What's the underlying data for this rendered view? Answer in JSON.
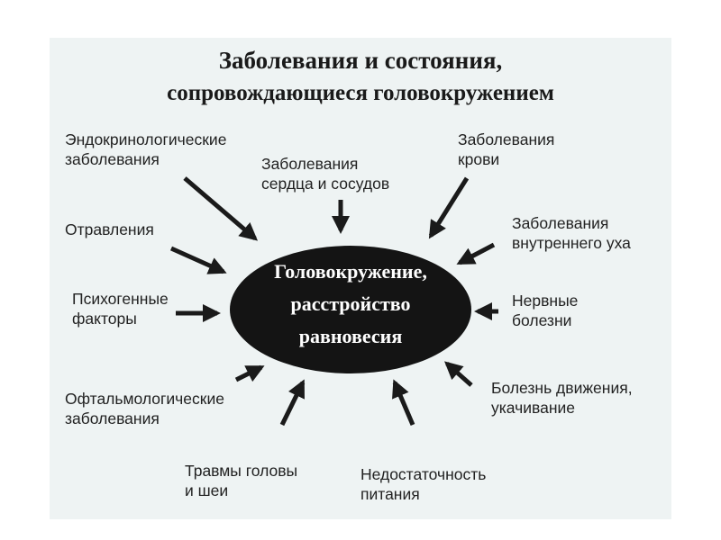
{
  "title": {
    "line1": "Заболевания и состояния,",
    "line2": "сопровождающиеся головокружением"
  },
  "center": {
    "line1": "Головокружение,",
    "line2": "расстройство",
    "line3": "равновесия"
  },
  "causes": {
    "endocrine": {
      "line1": "Эндокринологические",
      "line2": "заболевания"
    },
    "heart": {
      "line1": "Заболевания",
      "line2": "сердца и сосудов"
    },
    "blood": {
      "line1": "Заболевания",
      "line2": "крови"
    },
    "poisoning": {
      "line1": "Отравления"
    },
    "inner_ear": {
      "line1": "Заболевания",
      "line2": "внутреннего уха"
    },
    "psychogenic": {
      "line1": "Психогенные",
      "line2": "факторы"
    },
    "nervous": {
      "line1": "Нервные",
      "line2": "болезни"
    },
    "ophthalmic": {
      "line1": "Офтальмологические",
      "line2": "заболевания"
    },
    "motion": {
      "line1": "Болезнь движения,",
      "line2": "укачивание"
    },
    "trauma": {
      "line1": "Травмы головы",
      "line2": "и шеи"
    },
    "nutrition": {
      "line1": "Недостаточность",
      "line2": "питания"
    }
  }
}
